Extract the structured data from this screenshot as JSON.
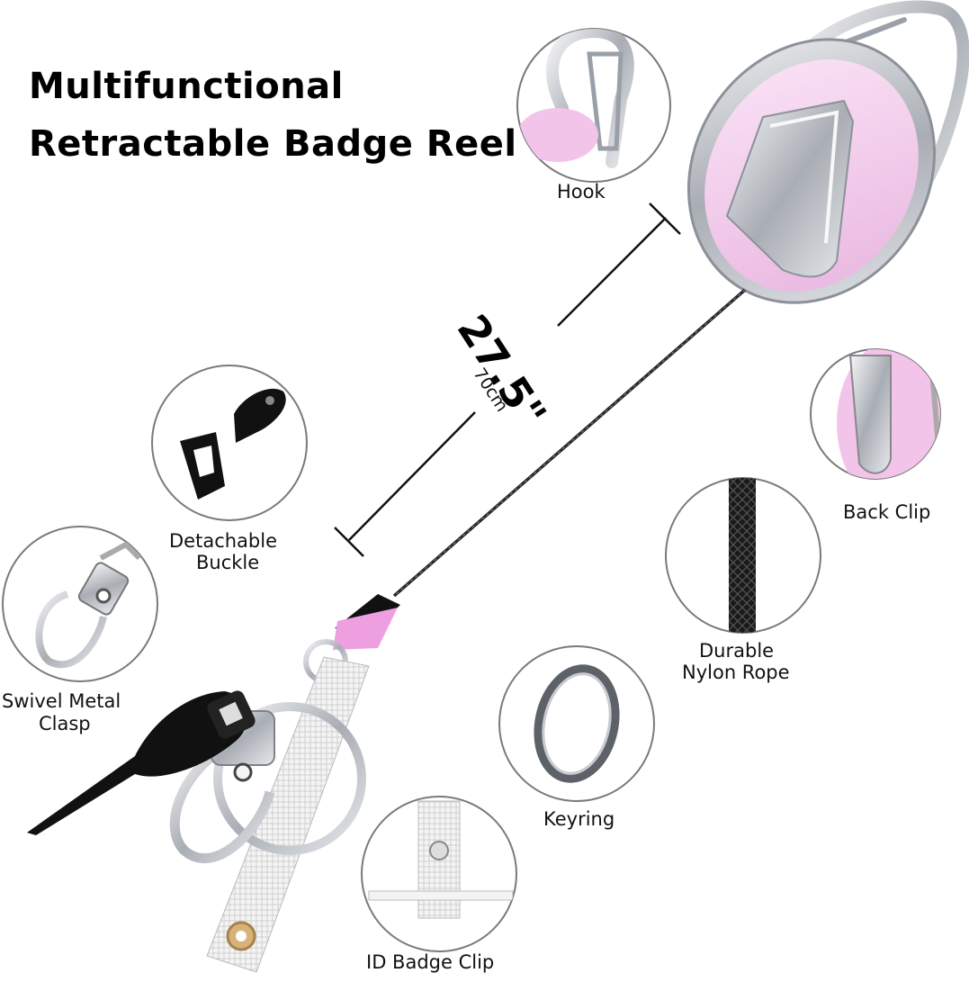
{
  "title": {
    "line1": "Multifunctional",
    "line2": "Retractable Badge Reel"
  },
  "measurement": {
    "imperial": "27.5\"",
    "metric": "70cm"
  },
  "callouts": {
    "hook": "Hook",
    "back_clip": "Back Clip",
    "detachable_buckle_line1": "Detachable",
    "detachable_buckle_line2": "Buckle",
    "swivel_clasp_line1": "Swivel Metal",
    "swivel_clasp_line2": "Clasp",
    "nylon_rope_line1": "Durable",
    "nylon_rope_line2": "Nylon Rope",
    "keyring": "Keyring",
    "id_badge_clip": "ID Badge Clip"
  },
  "colors": {
    "reel_pink": "#f2c4ea",
    "metal": "#c9ccd1",
    "cord": "#2a2a2a",
    "circle_border": "#7a7a7a"
  }
}
